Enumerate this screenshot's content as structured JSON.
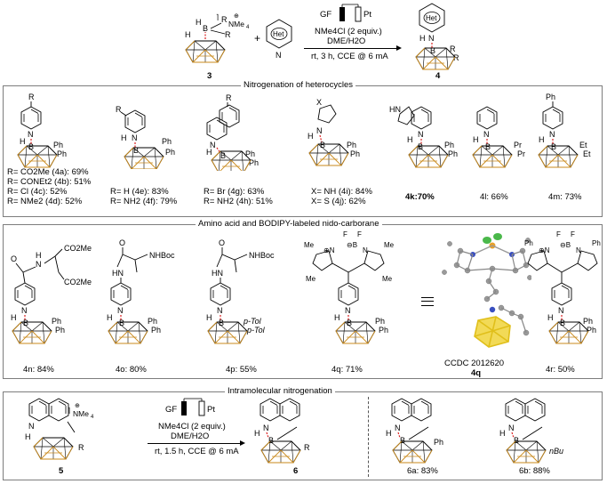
{
  "scheme": {
    "reactant_num": "3",
    "nme4_label": "NMe4",
    "plus": "+",
    "het_label": "Het",
    "electrode_left": "GF",
    "electrode_right": "Pt",
    "cond1": "NMe4Cl (2 equiv.)",
    "cond2": "DME/H2O",
    "cond3": "rt, 3 h, CCE @ 6 mA",
    "product_num": "4"
  },
  "panel1": {
    "title": "Nitrogenation of heterocycles",
    "rows": [
      "R= CO2Me (4a): 69%",
      "R= CONEt2 (4b): 51%",
      "R= Cl (4c): 52%",
      "R= NMe2 (4d): 52%",
      "R= H (4e): 83%",
      "R= NH2 (4f): 79%",
      "R= Br (4g): 63%",
      "R= NH2 (4h): 51%",
      "X= NH (4i): 84%",
      "X= S (4j): 62%",
      "4k:70%",
      "4l: 66%",
      "4m: 73%"
    ]
  },
  "panel2": {
    "title": "Amino acid and BODIPY-labeled nido-carborane",
    "labels": [
      "4n: 84%",
      "4o: 80%",
      "4p: 55%",
      "4q: 71%",
      "4r: 50%"
    ],
    "ccdc": "CCDC 2012620",
    "ccdc_compound": "4q",
    "groups": [
      "CO2Me",
      "CO2Me",
      "NHBoc",
      "NHBoc",
      "p-Tol",
      "p-Tol"
    ]
  },
  "panel3": {
    "title": "Intramolecular nitrogenation",
    "reactant_num": "5",
    "product_num": "6",
    "cond1": "NMe4Cl (2 equiv.)",
    "cond2": "DME/H2O",
    "cond3": "rt, 1.5 h, CCE @ 6 mA",
    "labels": [
      "6a: 83%",
      "6b: 88%"
    ],
    "substituents": [
      "R",
      "R",
      "Ph",
      "nBu"
    ]
  },
  "atoms": {
    "H": "H",
    "B": "B",
    "N": "N",
    "R": "R",
    "Ph": "Ph",
    "Pr": "Pr",
    "Et": "Et",
    "X": "X",
    "F": "F",
    "Me": "Me",
    "O": "O"
  }
}
